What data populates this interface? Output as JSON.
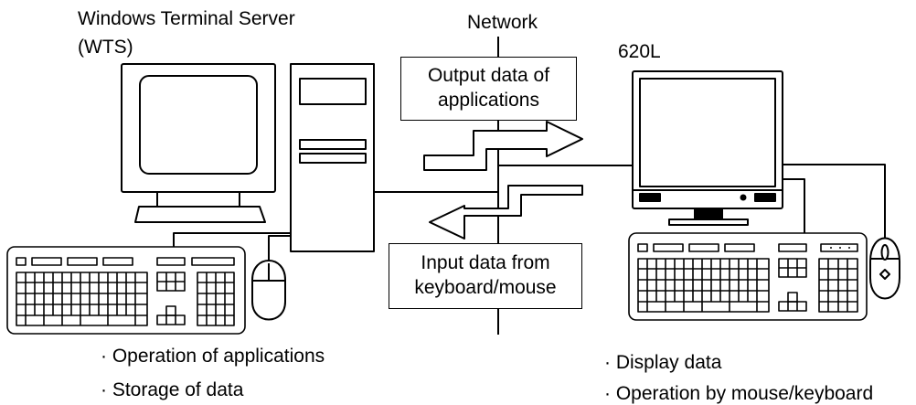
{
  "server": {
    "title_line1": "Windows Terminal Server",
    "title_line2": "(WTS)",
    "functions": [
      "· Operation of applications",
      "· Storage of data"
    ]
  },
  "network": {
    "label": "Network",
    "output_box": {
      "line1": "Output data of",
      "line2": "applications"
    },
    "input_box": {
      "line1": "Input data from",
      "line2": "keyboard/mouse"
    }
  },
  "client": {
    "title": "620L",
    "functions": [
      "· Display data",
      "· Operation by mouse/keyboard"
    ]
  }
}
